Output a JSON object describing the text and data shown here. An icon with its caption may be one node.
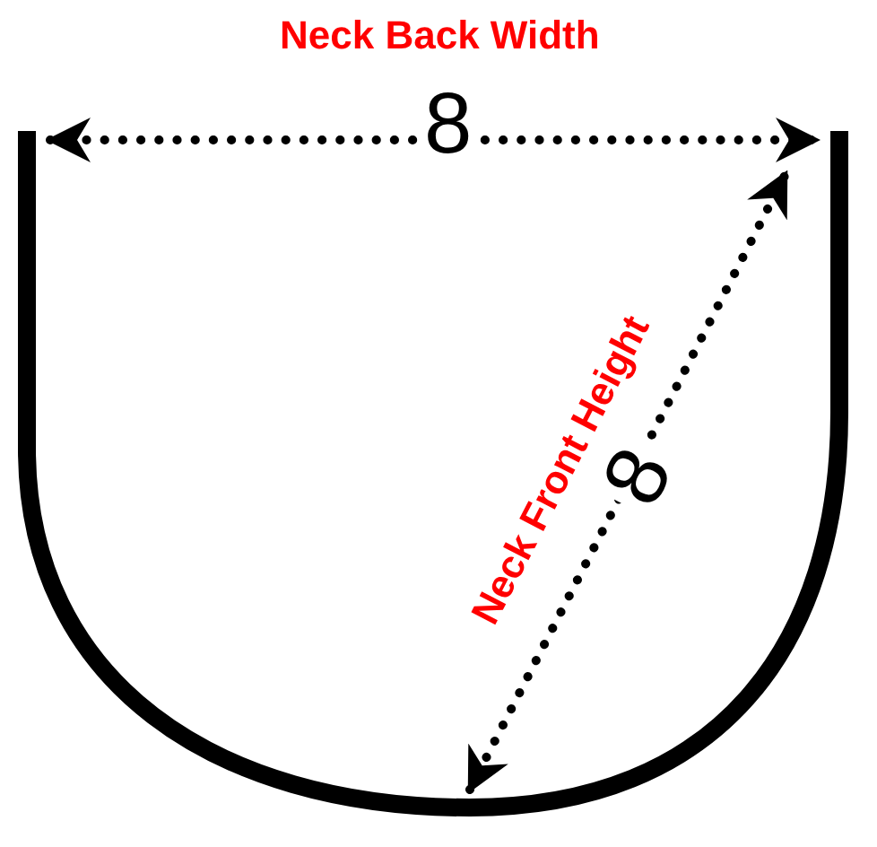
{
  "diagram": {
    "labels": [
      "Neck Back Width",
      "8",
      "Neck Front Height",
      "8"
    ]
  }
}
